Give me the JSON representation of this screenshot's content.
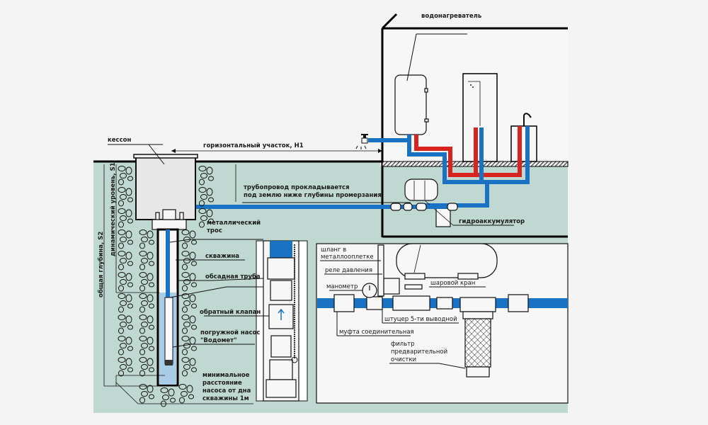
{
  "diagram": {
    "title": "Схема водоснабжения частного дома из скважины",
    "labels": {
      "caisson": "кессон",
      "horizontal_section": "горизонтальный участок, Н1",
      "pipeline_line1": "трубопровод прокладывается",
      "pipeline_line2": "под землю ниже глубины промерзания",
      "water_heater": "водонагреватель",
      "accumulator": "гидроаккумулятор",
      "total_depth": "общая глубина, S2",
      "dynamic_level": "динамический уровень, S1",
      "metal_cable_line1": "металлический",
      "metal_cable_line2": "трос",
      "well": "скважина",
      "casing_pipe": "обсадная труба",
      "check_valve": "обратный клапан",
      "pump_line1": "погружной насос",
      "pump_line2": "\"Водомет\"",
      "min_distance_line1": "минимальное",
      "min_distance_line2": "расстояние",
      "min_distance_line3": "насоса от дна",
      "min_distance_line4": "скважины 1м",
      "hose_line1": "шланг в",
      "hose_line2": "металлооплетке",
      "pressure_switch": "реле давления",
      "manometer": "манометр",
      "ball_valve": "шаровой кран",
      "fitting_5way": "штуцер 5-ти выводной",
      "coupling": "муфта соединительная",
      "filter_line1": "фильтр",
      "filter_line2": "предварительной",
      "filter_line3": "очистки"
    },
    "colors": {
      "ground": "#bfd8d1",
      "cold_pipe": "#1a72c4",
      "hot_pipe": "#d8241e",
      "water": "#a9cde6",
      "background": "#f4f4f4"
    }
  }
}
